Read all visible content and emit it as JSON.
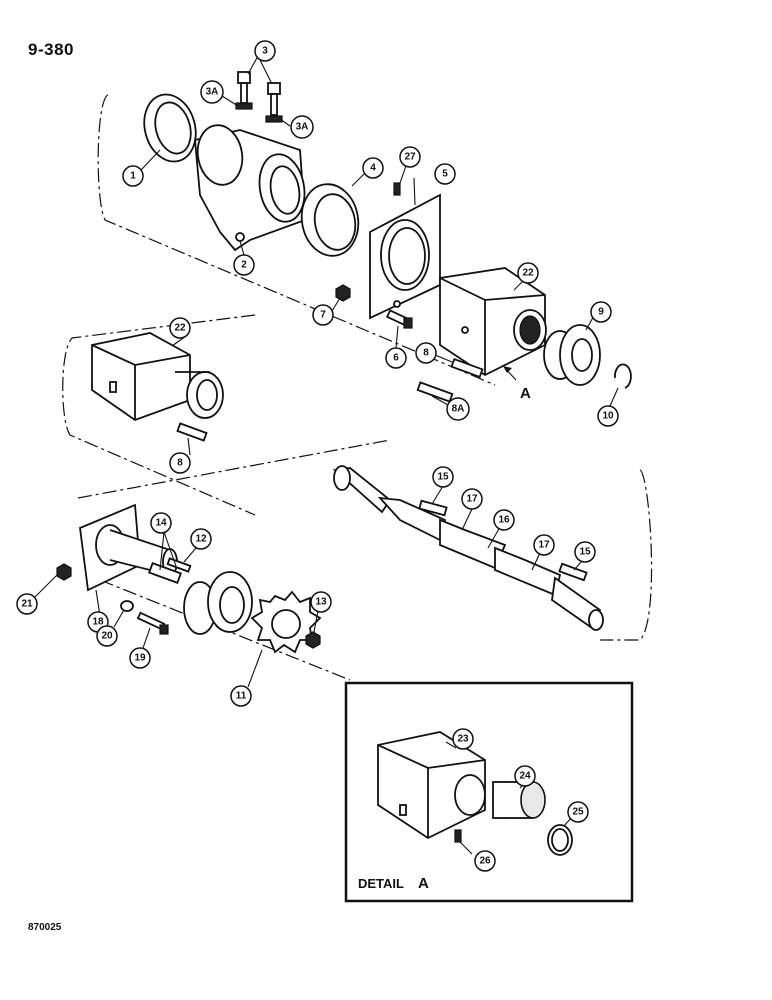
{
  "page_number": "9-380",
  "reference_code": "870025",
  "detail_caption": "DETAIL",
  "detail_letter": "A",
  "view_arrow_letter": "A",
  "callouts": {
    "c1": "1",
    "c2": "2",
    "c3": "3",
    "c3a_left": "3A",
    "c3a_right": "3A",
    "c4": "4",
    "c5": "5",
    "c6": "6",
    "c7": "7",
    "c8_top": "8",
    "c8a": "8A",
    "c9": "9",
    "c10": "10",
    "c22_top": "22",
    "c27": "27",
    "c22_mid": "22",
    "c8_mid": "8",
    "c11": "11",
    "c12": "12",
    "c13": "13",
    "c14": "14",
    "c15_left": "15",
    "c15_right": "15",
    "c16": "16",
    "c17_left": "17",
    "c17_right": "17",
    "c18": "18",
    "c19": "19",
    "c20": "20",
    "c21": "21",
    "c23": "23",
    "c24": "24",
    "c25": "25",
    "c26": "26"
  }
}
